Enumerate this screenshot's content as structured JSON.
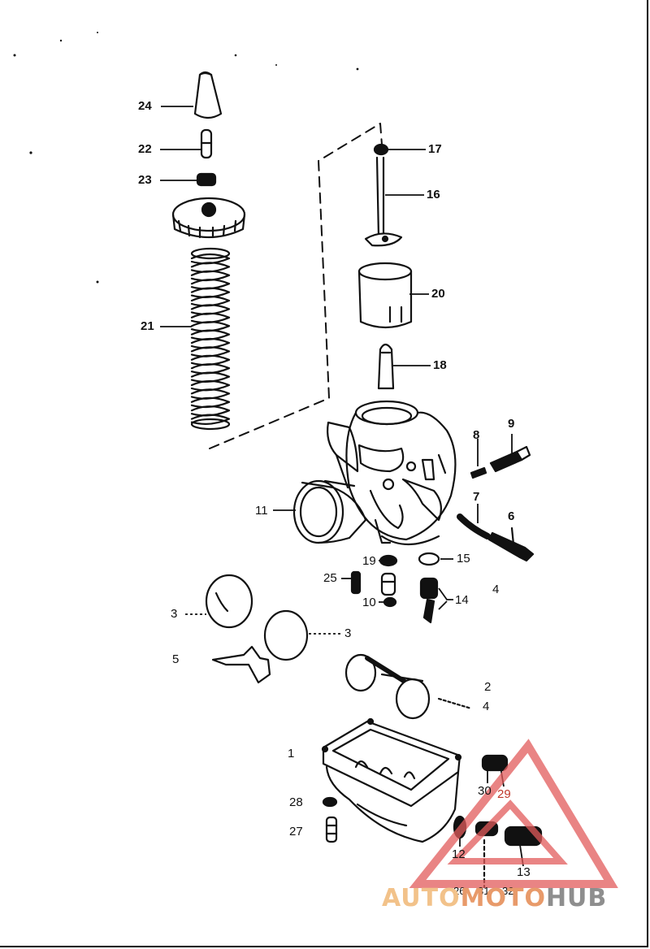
{
  "diagram": {
    "callouts": [
      {
        "id": "c24",
        "text": "24"
      },
      {
        "id": "c22",
        "text": "22"
      },
      {
        "id": "c23",
        "text": "23"
      },
      {
        "id": "c21",
        "text": "21"
      },
      {
        "id": "c17",
        "text": "17"
      },
      {
        "id": "c16",
        "text": "16"
      },
      {
        "id": "c20",
        "text": "20"
      },
      {
        "id": "c18",
        "text": "18"
      },
      {
        "id": "c8",
        "text": "8"
      },
      {
        "id": "c9",
        "text": "9"
      },
      {
        "id": "c7",
        "text": "7"
      },
      {
        "id": "c6",
        "text": "6"
      },
      {
        "id": "c11",
        "text": "11"
      },
      {
        "id": "c19",
        "text": "19"
      },
      {
        "id": "c15",
        "text": "15"
      },
      {
        "id": "c25",
        "text": "25"
      },
      {
        "id": "c10",
        "text": "10"
      },
      {
        "id": "c14",
        "text": "14"
      },
      {
        "id": "c4a",
        "text": "4"
      },
      {
        "id": "c3a",
        "text": "3"
      },
      {
        "id": "c3b",
        "text": "3"
      },
      {
        "id": "c5",
        "text": "5"
      },
      {
        "id": "c2",
        "text": "2"
      },
      {
        "id": "c4b",
        "text": "4"
      },
      {
        "id": "c1",
        "text": "1"
      },
      {
        "id": "c30",
        "text": "30"
      },
      {
        "id": "c29",
        "text": "29"
      },
      {
        "id": "c28",
        "text": "28"
      },
      {
        "id": "c27",
        "text": "27"
      },
      {
        "id": "c12",
        "text": "12"
      },
      {
        "id": "c13",
        "text": "13"
      },
      {
        "id": "c26",
        "text": "26"
      },
      {
        "id": "c31",
        "text": "31"
      },
      {
        "id": "c32",
        "text": "32"
      }
    ]
  },
  "watermark": {
    "part1": "AUTO",
    "part2": "MOTO",
    "part3": "HUB",
    "colors": {
      "auto": "#f2c28a",
      "moto": "#e89a6a",
      "hub": "#8e8e8e",
      "triangle": "#e25b5b"
    }
  }
}
